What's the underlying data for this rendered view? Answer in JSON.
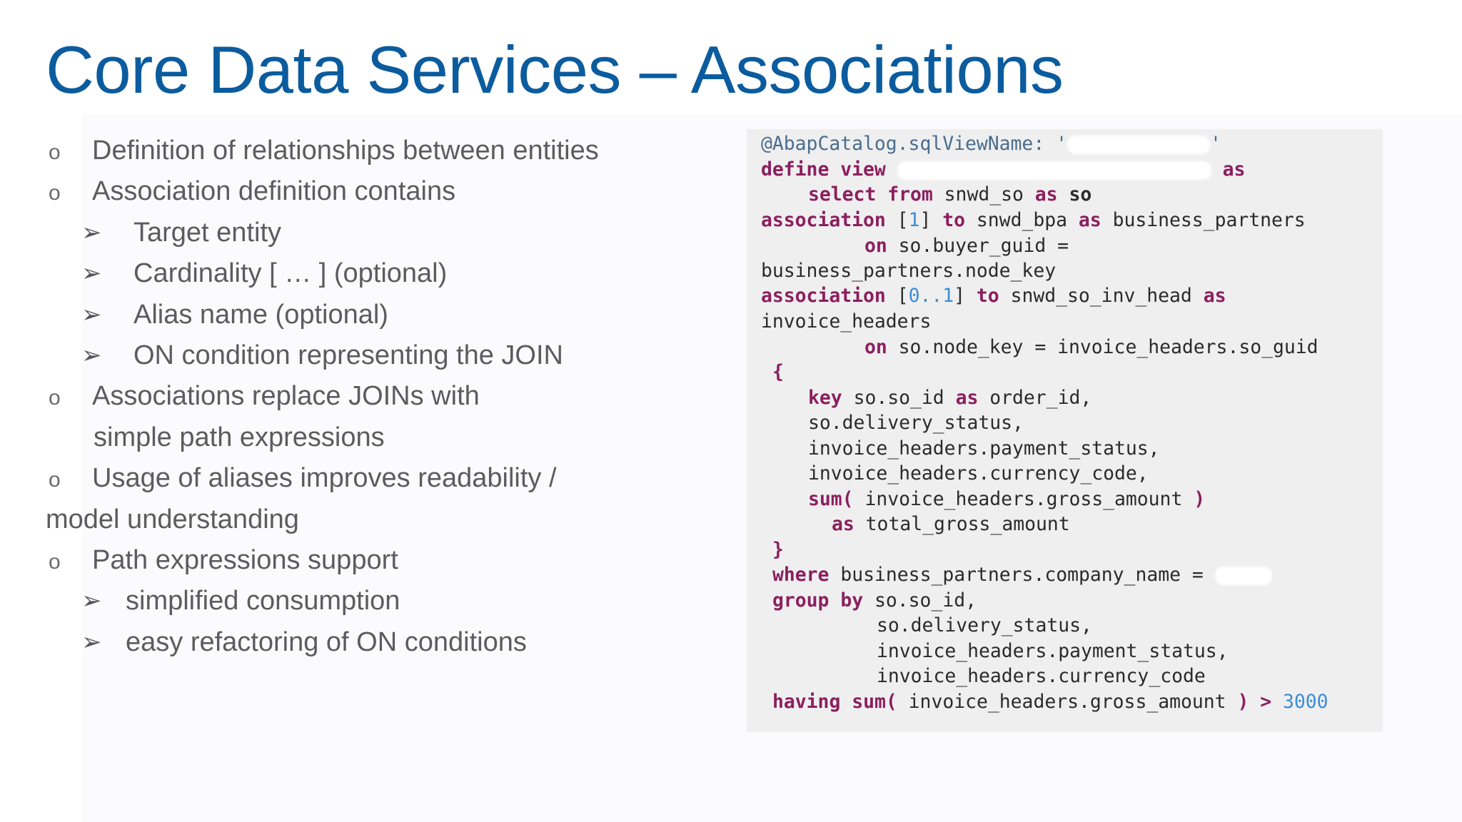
{
  "slide": {
    "title": "Core Data Services – Associations",
    "bullets": [
      {
        "level": 1,
        "text": "Definition of relationships between entities"
      },
      {
        "level": 1,
        "text": "Association definition contains"
      },
      {
        "level": 2,
        "text": "Target entity"
      },
      {
        "level": 2,
        "text": "Cardinality [ … ] (optional)"
      },
      {
        "level": 2,
        "text": "Alias name (optional)"
      },
      {
        "level": 2,
        "text": "ON condition representing the JOIN"
      },
      {
        "level": 1,
        "text": "Associations replace JOINs with"
      },
      {
        "level": "cont",
        "text": "simple path expressions"
      },
      {
        "level": 1,
        "text": "Usage of aliases improves readability /"
      },
      {
        "level": "cont0",
        "text": "model understanding"
      },
      {
        "level": 1,
        "text": "Path expressions support"
      },
      {
        "level": 2,
        "text": "simplified consumption"
      },
      {
        "level": 2,
        "text": "easy refactoring of ON conditions"
      }
    ],
    "bullet_markers": {
      "level1": "o",
      "level2": "➢"
    }
  },
  "code": {
    "l01_ann": "@AbapCatalog.sqlViewName: '",
    "l01_end": "'",
    "l02_kw1": "define view",
    "l02_kw2": "as",
    "l03_kw1": "select from",
    "l03_t1": "snwd_so",
    "l03_kw2": "as",
    "l03_t2": "so",
    "l04_kw1": "association",
    "l04_b1": "[",
    "l04_n": "1",
    "l04_b2": "]",
    "l04_kw2": "to",
    "l04_t1": "snwd_bpa",
    "l04_kw3": "as",
    "l04_t2": "business_partners",
    "l05_kw": "on",
    "l05_t": "so.buyer_guid =",
    "l06_t": "business_partners.node_key",
    "l07_kw1": "association",
    "l07_b1": "[",
    "l07_n": "0..1",
    "l07_b2": "]",
    "l07_kw2": "to",
    "l07_t1": "snwd_so_inv_head",
    "l07_kw3": "as",
    "l08_t": "invoice_headers",
    "l09_kw": "on",
    "l09_t": "so.node_key = invoice_headers.so_guid",
    "l10_t": "{",
    "l11_kw1": "key",
    "l11_t1": "so.so_id",
    "l11_kw2": "as",
    "l11_t2": "order_id,",
    "l12_t": "so.delivery_status,",
    "l13_t": "invoice_headers.payment_status,",
    "l14_t": "invoice_headers.currency_code,",
    "l15_kw": "sum(",
    "l15_t": "invoice_headers.gross_amount",
    "l15_kw2": ")",
    "l16_kw": "as",
    "l16_t": "total_gross_amount",
    "l17_t": "}",
    "l18_kw": "where",
    "l18_t": "business_partners.company_name =",
    "l19_kw": "group by",
    "l19_t": "so.so_id,",
    "l20_t": "so.delivery_status,",
    "l21_t": "invoice_headers.payment_status,",
    "l22_t": "invoice_headers.currency_code",
    "l23_kw": "having sum(",
    "l23_t": "invoice_headers.gross_amount",
    "l23_kw2": ")",
    "l23_op": ">",
    "l23_n": "3000"
  }
}
